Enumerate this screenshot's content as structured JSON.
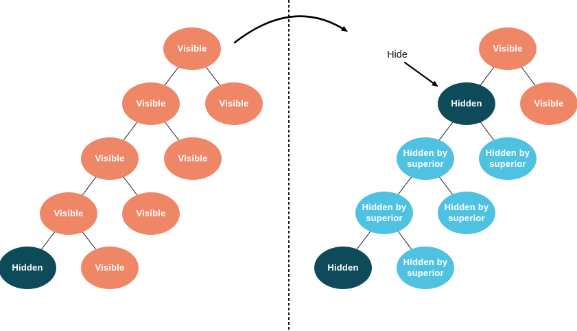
{
  "colors": {
    "visible_node": "#EF8767",
    "hidden_node": "#0E4B5A",
    "hidden_by_superior_node": "#4FC2E2",
    "node_text": "#FFFFFF",
    "edge": "#1A1A1A",
    "arrow": "#000000"
  },
  "annotation": {
    "hide_label": "Hide"
  },
  "left_tree": {
    "description": "tree before hide operation",
    "nodes": [
      {
        "label": "Visible",
        "state": "visible"
      },
      {
        "label": "Visible",
        "state": "visible"
      },
      {
        "label": "Visible",
        "state": "visible"
      },
      {
        "label": "Visible",
        "state": "visible"
      },
      {
        "label": "Visible",
        "state": "visible"
      },
      {
        "label": "Visible",
        "state": "visible"
      },
      {
        "label": "Visible",
        "state": "visible"
      },
      {
        "label": "Hidden",
        "state": "hidden"
      },
      {
        "label": "Visible",
        "state": "visible"
      }
    ]
  },
  "right_tree": {
    "description": "tree after hide operation",
    "nodes": [
      {
        "label": "Visible",
        "state": "visible"
      },
      {
        "label": "Hidden",
        "state": "hidden"
      },
      {
        "label": "Visible",
        "state": "visible"
      },
      {
        "label": "Hidden by superior",
        "state": "hidden_by_superior"
      },
      {
        "label": "Hidden by superior",
        "state": "hidden_by_superior"
      },
      {
        "label": "Hidden by superior",
        "state": "hidden_by_superior"
      },
      {
        "label": "Hidden by superior",
        "state": "hidden_by_superior"
      },
      {
        "label": "Hidden",
        "state": "hidden"
      },
      {
        "label": "Hidden by superior",
        "state": "hidden_by_superior"
      }
    ]
  }
}
